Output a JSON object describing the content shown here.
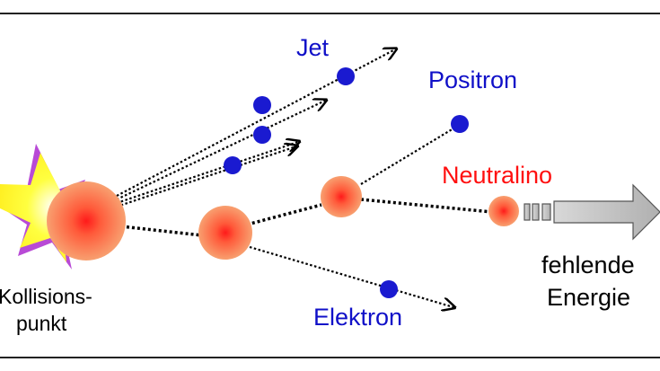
{
  "labels": {
    "jet": "Jet",
    "positron": "Positron",
    "neutralino": "Neutralino",
    "elektron": "Elektron",
    "kollisionspunkt_line1": "Kollisions-",
    "kollisionspunkt_line2": "punkt",
    "fehlende_line1": "fehlende",
    "fehlende_line2": "Energie"
  },
  "colors": {
    "particle_label": "#1010c8",
    "neutralino_label": "#ff1010",
    "black_label": "#000000",
    "frame": "#222222",
    "sphere_center": "#ff2a2a",
    "sphere_edge": "#fa9a64",
    "dot": "#1a1ad0",
    "arrow_fill": "#c8c8c8",
    "star_yellow": "#ffff33",
    "star_purple": "#b84ad6"
  }
}
